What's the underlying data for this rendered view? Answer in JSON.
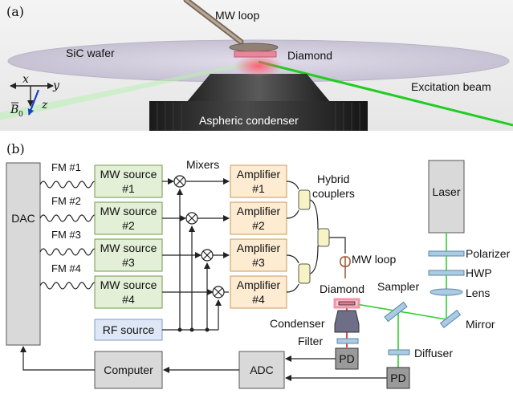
{
  "panel_a": {
    "label": "(a)",
    "mw_loop": "MW loop",
    "sic_wafer": "SiC wafer",
    "diamond": "Diamond",
    "excitation_beam": "Excitation beam",
    "condenser": "Aspheric condenser",
    "axis_x": "x",
    "axis_y": "y",
    "axis_z": "z",
    "b0_symbol": "B",
    "b0_subscript": "0"
  },
  "panel_b": {
    "label": "(b)",
    "dac": "DAC",
    "fm_labels": [
      "FM #1",
      "FM #2",
      "FM #3",
      "FM #4"
    ],
    "mw_sources": [
      {
        "line1": "MW source",
        "line2": "#1"
      },
      {
        "line1": "MW source",
        "line2": "#2"
      },
      {
        "line1": "MW source",
        "line2": "#3"
      },
      {
        "line1": "MW source",
        "line2": "#4"
      }
    ],
    "mixers": "Mixers",
    "amplifiers": [
      {
        "line1": "Amplifier",
        "line2": "#1"
      },
      {
        "line1": "Amplifier",
        "line2": "#2"
      },
      {
        "line1": "Amplifier",
        "line2": "#3"
      },
      {
        "line1": "Amplifier",
        "line2": "#4"
      }
    ],
    "hybrid_line1": "Hybrid",
    "hybrid_line2": "couplers",
    "mw_loop": "MW loop",
    "diamond": "Diamond",
    "rf_source": "RF source",
    "condenser": "Condenser",
    "filter": "Filter",
    "pd": "PD",
    "adc": "ADC",
    "computer": "Computer",
    "laser": "Laser",
    "polarizer": "Polarizer",
    "hwp": "HWP",
    "lens": "Lens",
    "sampler": "Sampler",
    "mirror": "Mirror",
    "diffuser": "Diffuser"
  },
  "colors": {
    "mw_fill": "#e3efd6",
    "mw_stroke": "#6f9a4a",
    "amp_fill": "#fdebd2",
    "amp_stroke": "#c99a5a",
    "rf_fill": "#dde7f5",
    "rf_stroke": "#7f99c6",
    "gray_fill": "#d9d9d9",
    "hybrid_fill": "#f7f3c4",
    "beam_green": "#33cc33",
    "optic_blue": "#a9cbe3",
    "mw_loop": "#a0522d",
    "diamond_glow": "#f08aa0"
  }
}
